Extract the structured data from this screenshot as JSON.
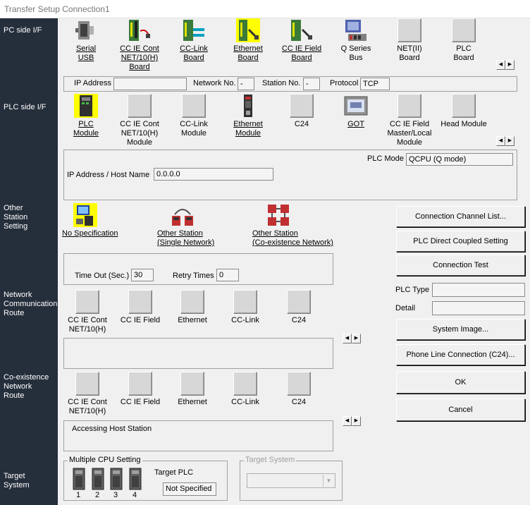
{
  "window": {
    "title": "Transfer Setup Connection1"
  },
  "sidebar": {
    "pc_side": "PC side I/F",
    "plc_side": "PLC side I/F",
    "other_station": "Other\nStation\nSetting",
    "network_route": "Network\nCommunication\nRoute",
    "coexistence_route": "Co-existence\nNetwork\nRoute",
    "target_system": "Target\nSystem"
  },
  "pc_side": {
    "items": [
      {
        "label": "Serial\nUSB",
        "icon": "serial-usb-icon"
      },
      {
        "label": "CC IE Cont\nNET/10(H)\nBoard",
        "icon": "cc-ie-cont-board-icon"
      },
      {
        "label": "CC-Link\nBoard",
        "icon": "cc-link-board-icon"
      },
      {
        "label": "Ethernet\nBoard",
        "icon": "ethernet-board-icon"
      },
      {
        "label": "CC IE Field\nBoard",
        "icon": "cc-ie-field-board-icon"
      },
      {
        "label": "Q Series\nBus",
        "icon": "q-series-bus-icon"
      },
      {
        "label": "NET(II)\nBoard",
        "icon": "blank-icon"
      },
      {
        "label": "PLC\nBoard",
        "icon": "blank-icon"
      }
    ],
    "ip_address_label": "IP Address",
    "ip_address_value": "",
    "network_no_label": "Network No.",
    "network_no_value": "-",
    "station_no_label": "Station No.",
    "station_no_value": "-",
    "protocol_label": "Protocol",
    "protocol_value": "TCP"
  },
  "plc_side": {
    "items": [
      {
        "label": "PLC\nModule",
        "icon": "plc-module-icon"
      },
      {
        "label": "CC IE Cont\nNET/10(H)\nModule",
        "icon": "blank-icon"
      },
      {
        "label": "CC-Link\nModule",
        "icon": "blank-icon"
      },
      {
        "label": "Ethernet\nModule",
        "icon": "ethernet-module-icon"
      },
      {
        "label": "C24",
        "icon": "blank-icon"
      },
      {
        "label": "GOT",
        "icon": "got-icon"
      },
      {
        "label": "CC IE Field\nMaster/Local\nModule",
        "icon": "blank-icon"
      },
      {
        "label": "Head Module",
        "icon": "blank-icon"
      }
    ],
    "plc_mode_label": "PLC Mode",
    "plc_mode_value": "QCPU (Q mode)",
    "ip_host_label": "IP Address / Host Name",
    "ip_host_value": "0.0.0.0"
  },
  "other_station": {
    "items": [
      {
        "label": "No Specification"
      },
      {
        "label": "Other Station\n(Single Network)"
      },
      {
        "label": "Other Station\n(Co-existence Network)"
      }
    ],
    "timeout_label": "Time Out (Sec.)",
    "timeout_value": "30",
    "retry_label": "Retry Times",
    "retry_value": "0"
  },
  "network_route": {
    "items": [
      "CC IE Cont\nNET/10(H)",
      "CC IE Field",
      "Ethernet",
      "CC-Link",
      "C24"
    ]
  },
  "coexistence_route": {
    "items": [
      "CC IE Cont\nNET/10(H)",
      "CC IE Field",
      "Ethernet",
      "CC-Link",
      "C24"
    ],
    "status_text": "Accessing Host Station"
  },
  "right_panel": {
    "connection_channel_list": "Connection Channel List...",
    "plc_direct_coupled": "PLC Direct Coupled Setting",
    "connection_test": "Connection Test",
    "plc_type_label": "PLC Type",
    "plc_type_value": "",
    "detail_label": "Detail",
    "detail_value": "",
    "system_image": "System Image...",
    "phone_line": "Phone Line Connection (C24)...",
    "ok": "OK",
    "cancel": "Cancel"
  },
  "target": {
    "multiple_cpu_title": "Multiple CPU Setting",
    "cpu_numbers": [
      "1",
      "2",
      "3",
      "4"
    ],
    "target_plc_label": "Target PLC",
    "target_plc_value": "Not Specified",
    "target_system_title": "Target System",
    "target_system_value": ""
  },
  "scroll": {
    "left": "◀",
    "right": "▶"
  },
  "colors": {
    "sidebar": "#252e3b",
    "window_bg": "#f0f0f0",
    "accent_yellow": "#ffff00"
  }
}
